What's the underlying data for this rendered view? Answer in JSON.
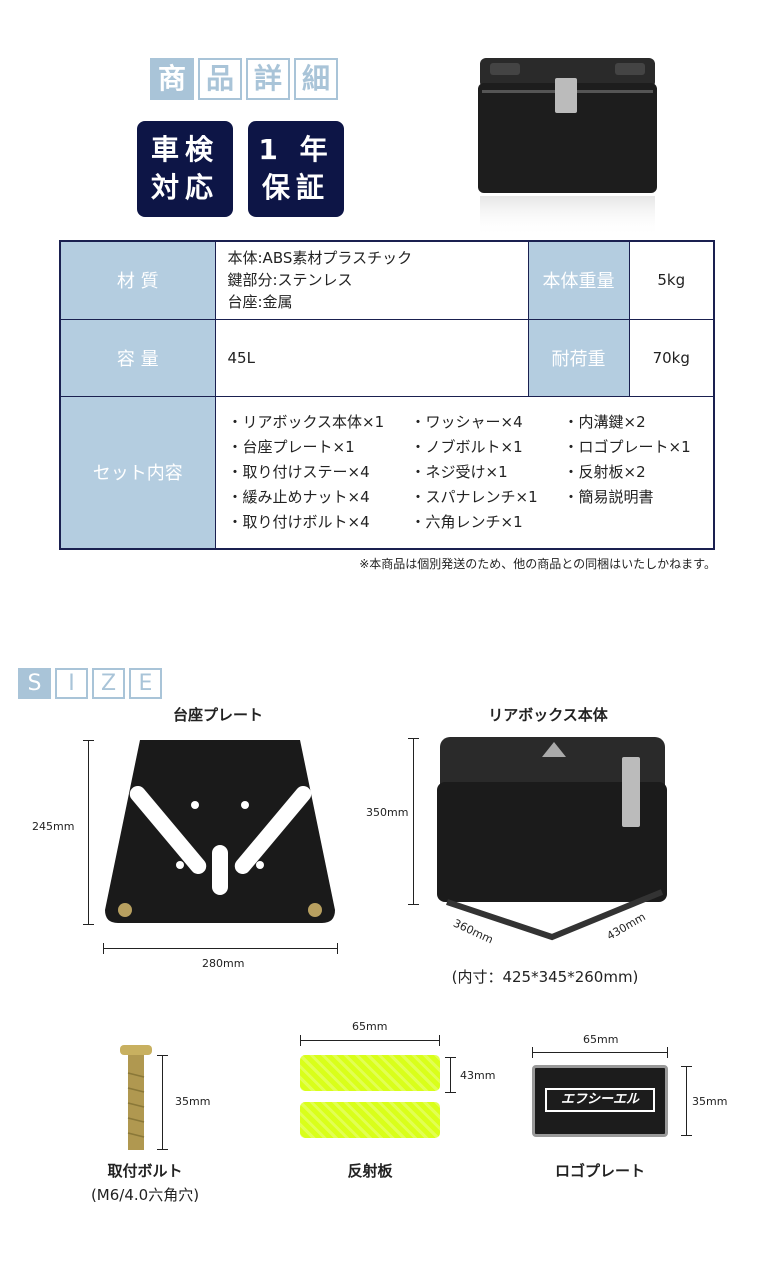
{
  "title": [
    "商",
    "品",
    "詳",
    "細"
  ],
  "badges": [
    {
      "line1": "車検",
      "line2": "対応"
    },
    {
      "line1": "1 年",
      "line2": "保証"
    }
  ],
  "spec_table": {
    "material_label": "材 質",
    "material_lines": [
      "本体:ABS素材プラスチック",
      "鍵部分:ステンレス",
      "台座:金属"
    ],
    "weight_label": "本体重量",
    "weight": "5kg",
    "capacity_label": "容 量",
    "capacity": "45L",
    "load_label": "耐荷重",
    "load": "70kg",
    "set_label": "セット内容",
    "set_columns": [
      [
        "・リアボックス本体×1",
        "・台座プレート×1",
        "・取り付けステー×4",
        "・緩み止めナット×4",
        "・取り付けボルト×4"
      ],
      [
        "・ワッシャー×4",
        "・ノブボルト×1",
        "・ネジ受け×1",
        "・スパナレンチ×1",
        "・六角レンチ×1"
      ],
      [
        "・内溝鍵×2",
        "・ロゴプレート×1",
        "・反射板×2",
        "・簡易説明書"
      ]
    ]
  },
  "note": "※本商品は個別発送のため、他の商品との同梱はいたしかねます。",
  "size_title": [
    "S",
    "I",
    "Z",
    "E"
  ],
  "base_plate": {
    "label": "台座プレート",
    "height": "245mm",
    "width": "280mm"
  },
  "rear_box": {
    "label": "リアボックス本体",
    "height": "350mm",
    "depth": "360mm",
    "width": "430mm",
    "inner": "(内寸：425*345*260mm)"
  },
  "bolt": {
    "label": "取付ボルト",
    "sub": "(M6/4.0六角穴)",
    "length": "35mm"
  },
  "reflector": {
    "label": "反射板",
    "width": "65mm",
    "height": "43mm"
  },
  "logo_plate": {
    "label": "ロゴプレート",
    "width": "65mm",
    "height": "35mm",
    "logo_text": "エフシーエル"
  }
}
